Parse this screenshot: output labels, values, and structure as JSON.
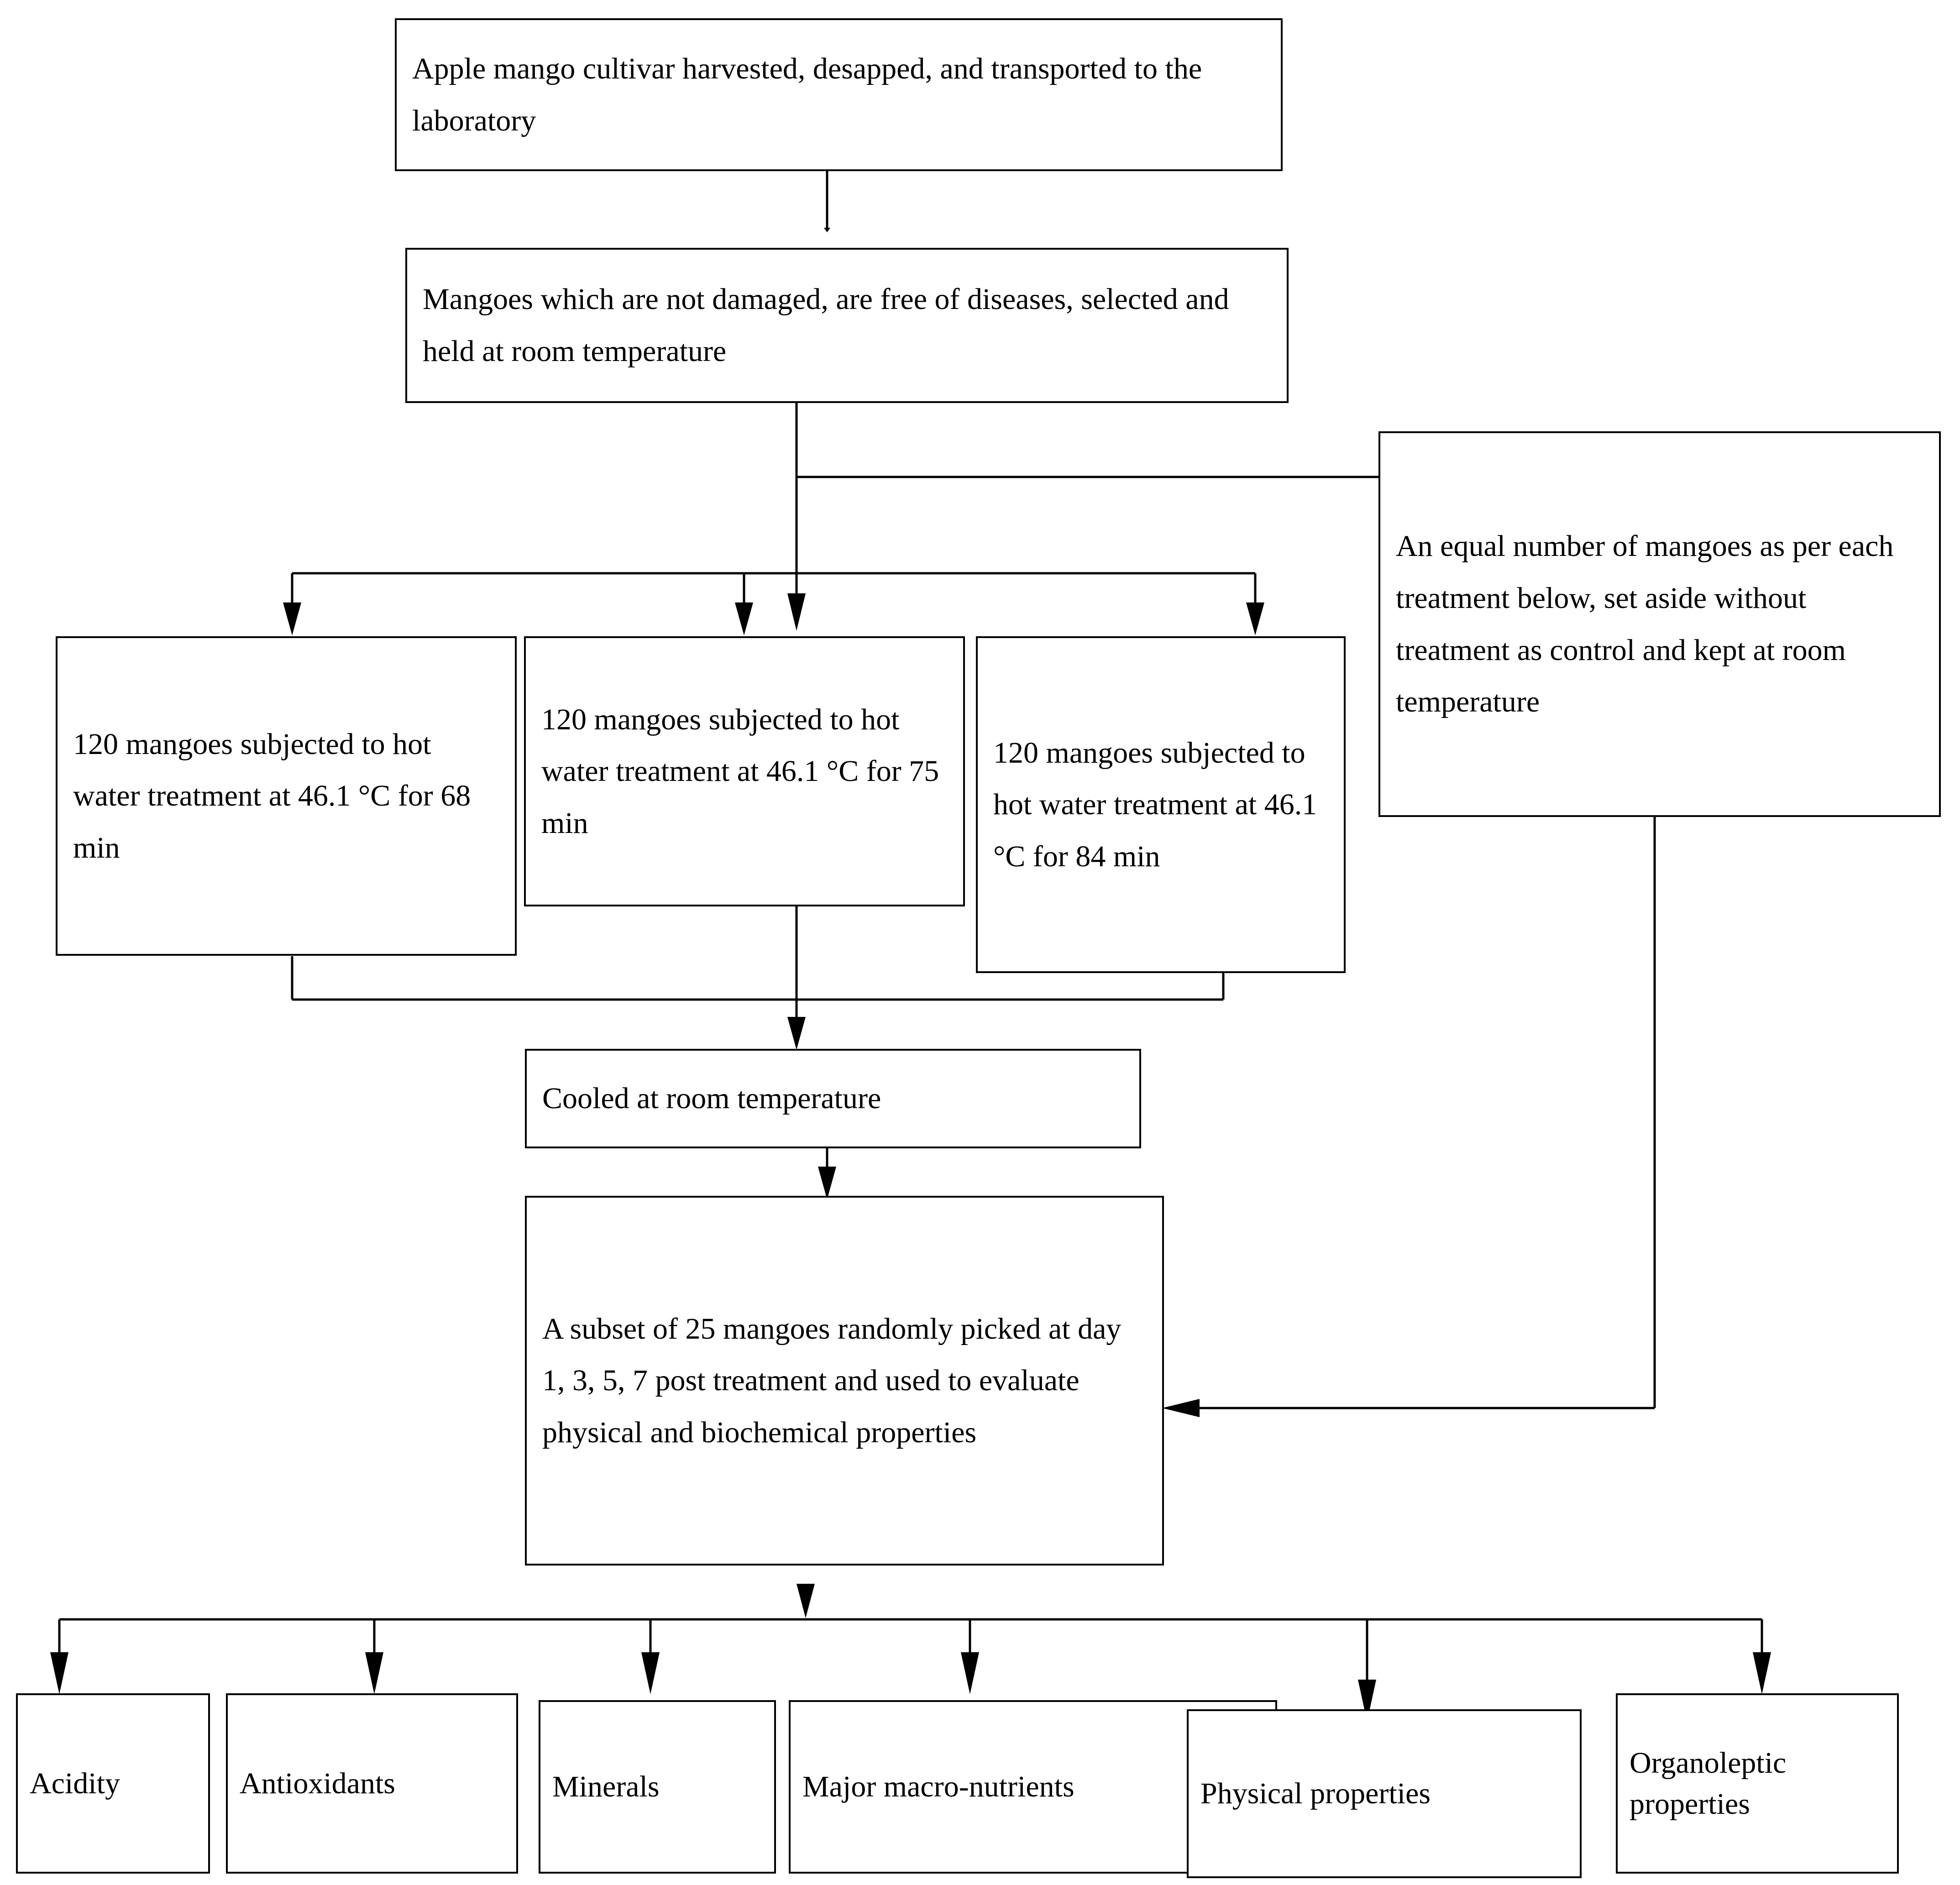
{
  "diagram": {
    "title": "Mango hot water treatment experimental flowchart",
    "line_color": "#000000",
    "box_fill": "#ffffff",
    "box_border": "#000000"
  },
  "nodes": {
    "harvest": {
      "text": "Apple mango cultivar harvested, desapped, and transported to the laboratory"
    },
    "selection": {
      "text": "Mangoes which are not damaged, are free of diseases, selected and held at room temperature"
    },
    "control": {
      "text": "An equal number of mangoes as per each treatment below, set aside without treatment as control and kept at room temperature"
    },
    "treatment_1": {
      "text": "120 mangoes subjected to hot water treatment at 46.1 °C for 68 min"
    },
    "treatment_2": {
      "text": "120 mangoes subjected to hot water treatment at 46.1 °C for 75 min"
    },
    "treatment_3": {
      "text": "120 mangoes subjected to hot water treatment at 46.1 °C for 84 min"
    },
    "cooled": {
      "text": "Cooled at room temperature"
    },
    "subset": {
      "text": "A subset of 25 mangoes randomly picked at day 1, 3, 5, 7 post treatment and used to evaluate physical and biochemical properties"
    }
  },
  "outcomes": [
    {
      "label": "Acidity"
    },
    {
      "label": "Antioxidants"
    },
    {
      "label": "Minerals"
    },
    {
      "label": "Major macro-nutrients"
    },
    {
      "label": "Physical properties"
    },
    {
      "label": "Organoleptic properties"
    }
  ]
}
